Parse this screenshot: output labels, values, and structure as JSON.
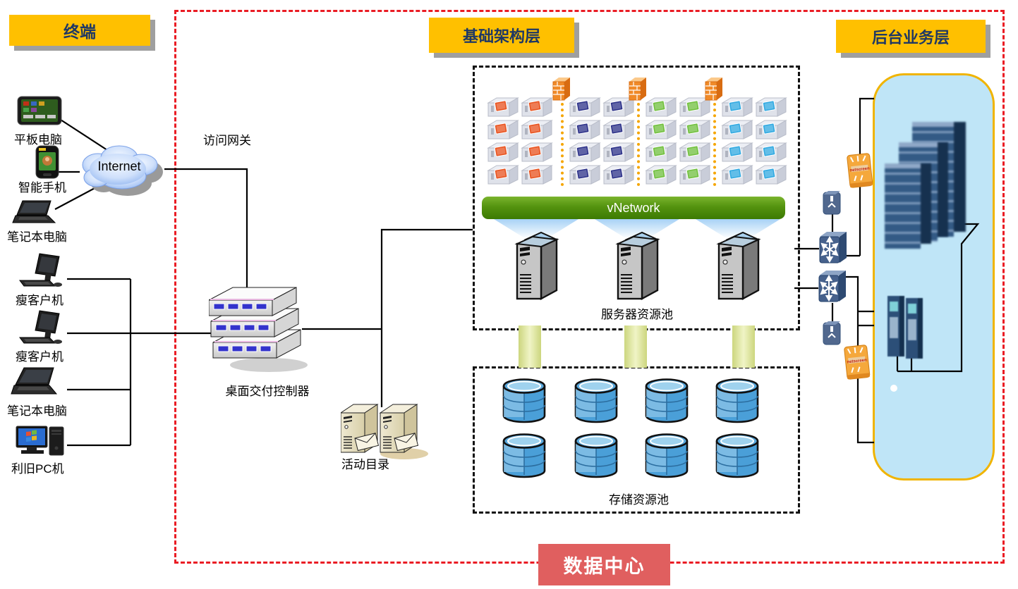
{
  "titles": {
    "terminal": "终端",
    "infrastructure": "基础架构层",
    "backend": "后台业务层",
    "datacenter": "数据中心"
  },
  "labels": {
    "internet": "Internet",
    "access_gateway": "访问网关",
    "desktop_controller": "桌面交付控制器",
    "active_directory": "活动目录",
    "vnetwork": "vNetwork",
    "server_pool": "服务器资源池",
    "storage_pool": "存储资源池"
  },
  "terminals": [
    {
      "id": "tablet",
      "label": "平板电脑"
    },
    {
      "id": "smartphone",
      "label": "智能手机"
    },
    {
      "id": "laptop-1",
      "label": "笔记本电脑"
    },
    {
      "id": "thin-client-1",
      "label": "瘦客户机"
    },
    {
      "id": "thin-client-2",
      "label": "瘦客户机"
    },
    {
      "id": "laptop-2",
      "label": "笔记本电脑"
    },
    {
      "id": "legacy-pc",
      "label": "利旧PC机"
    }
  ],
  "vm_grid": {
    "rows": 4,
    "cols_per_group": 2,
    "groups": [
      {
        "name": "vm-group-orange",
        "color": "#e8511d"
      },
      {
        "name": "vm-group-navy",
        "color": "#2b3088"
      },
      {
        "name": "vm-group-green",
        "color": "#6fbf3c"
      },
      {
        "name": "vm-group-lightblue",
        "color": "#2fa8e1"
      }
    ],
    "firewall_count": 3
  },
  "server_pool": {
    "server_count": 3
  },
  "storage_pool": {
    "rows": 2,
    "cols": 4
  },
  "colors": {
    "section_title_bg": "#FFC000",
    "section_title_text": "#1F3864",
    "datacenter_border": "#ea1c24",
    "datacenter_label_bg": "#e05f5f",
    "vnetwork_green": "#54930f",
    "backend_panel_fill": "#bfe5f7",
    "backend_panel_border": "#f0b400",
    "connector_bar": "#dde48f",
    "storage_cylinder": "#4a9fd8"
  }
}
